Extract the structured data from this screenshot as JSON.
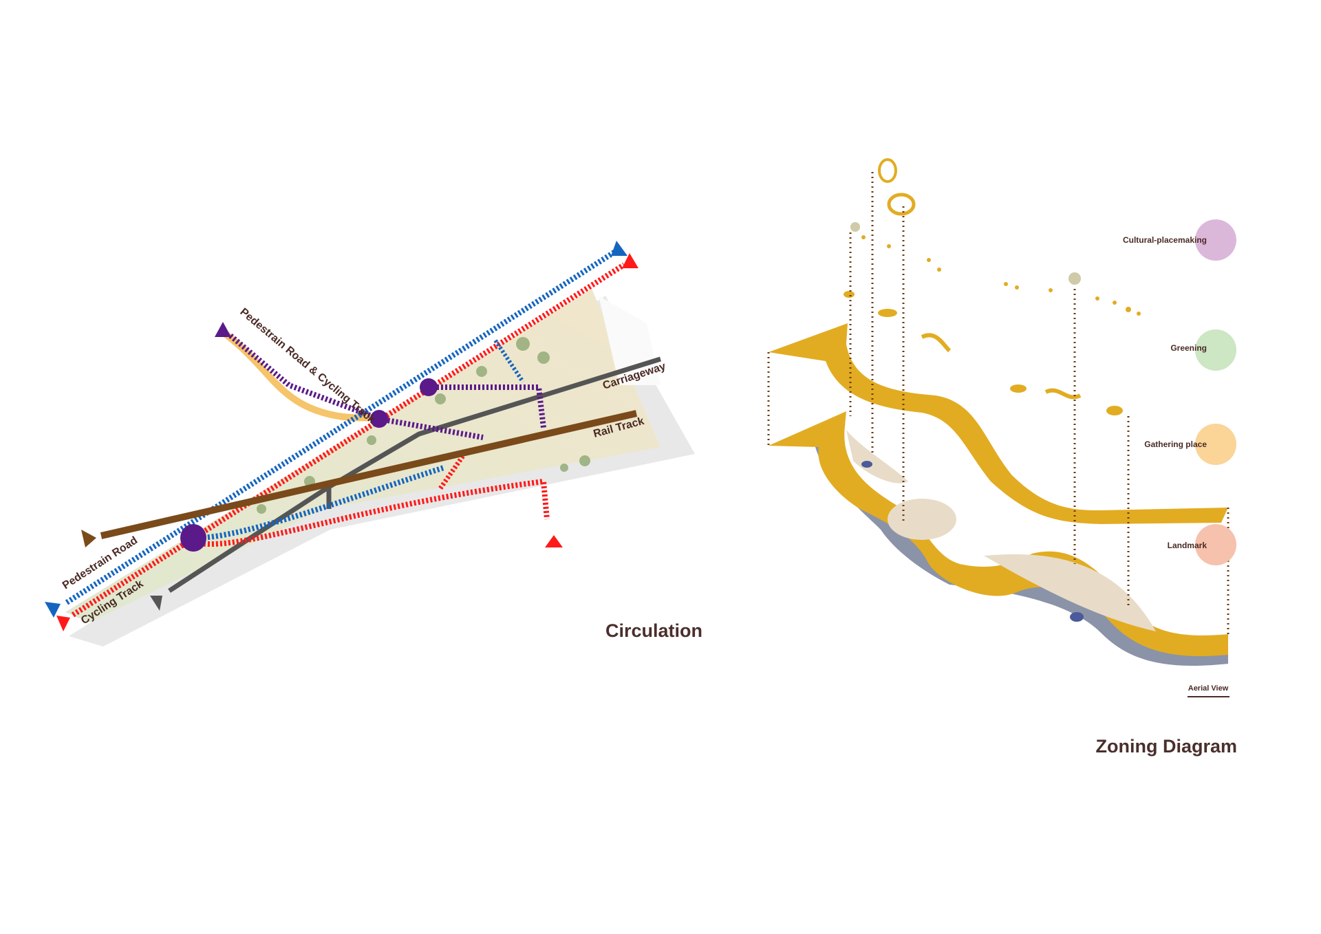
{
  "circulation": {
    "title": "Circulation",
    "labels": {
      "pedestrian_road": "Pedestrain Road",
      "cycling_track": "Cycling Track",
      "pedestrian_cycling": "Pedestrain Road & Cycling Track",
      "carriageway": "Carriageway",
      "rail_track": "Rail Track"
    },
    "colors": {
      "pedestrian": "#1565c0",
      "cycling": "#ff1a1a",
      "connector": "#5a1a8a",
      "carriageway": "#555555",
      "rail": "#7a4a1a"
    }
  },
  "zoning": {
    "title": "Zoning Diagram",
    "subtitle": "Aerial View",
    "legend": [
      {
        "label": "Cultural-placemaking",
        "color": "#dbb8da"
      },
      {
        "label": "Greening",
        "color": "#cde6c4"
      },
      {
        "label": "Gathering place",
        "color": "#fbd497"
      },
      {
        "label": "Landmark",
        "color": "#f6c1ad"
      }
    ],
    "ribbon_color": "#e2ac22"
  }
}
